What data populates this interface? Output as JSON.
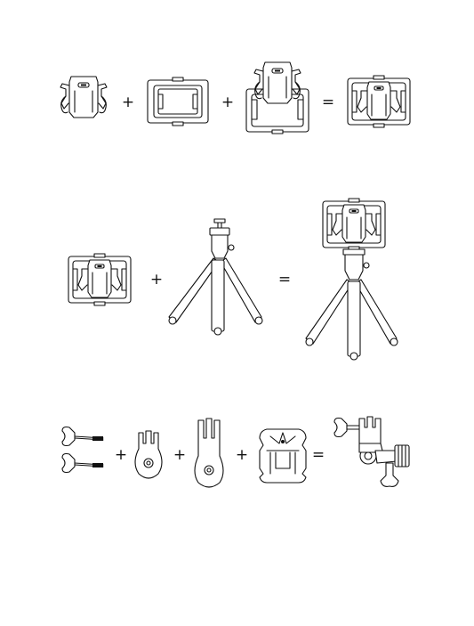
{
  "theme": {
    "line_color": "#111111",
    "background": "#ffffff"
  },
  "rows": [
    {
      "name": "frame-assembly",
      "parts": [
        "clip-icon",
        "frame-icon",
        "clip-in-open-frame-icon"
      ],
      "result": "clip-frame-assembly-icon",
      "operators": [
        "+",
        "+",
        "="
      ]
    },
    {
      "name": "tripod-assembly",
      "parts": [
        "clip-frame-assembly-icon",
        "tripod-icon"
      ],
      "result": "frame-on-tripod-icon",
      "operators": [
        "+",
        "="
      ]
    },
    {
      "name": "pivot-arm-assembly",
      "parts": [
        "thumb-screw-pair-icon",
        "pivot-arm-short-icon",
        "pivot-arm-long-icon",
        "buckle-mount-icon"
      ],
      "result": "assembled-pivot-arm-icon",
      "operators": [
        "+",
        "+",
        "+",
        "="
      ]
    }
  ]
}
